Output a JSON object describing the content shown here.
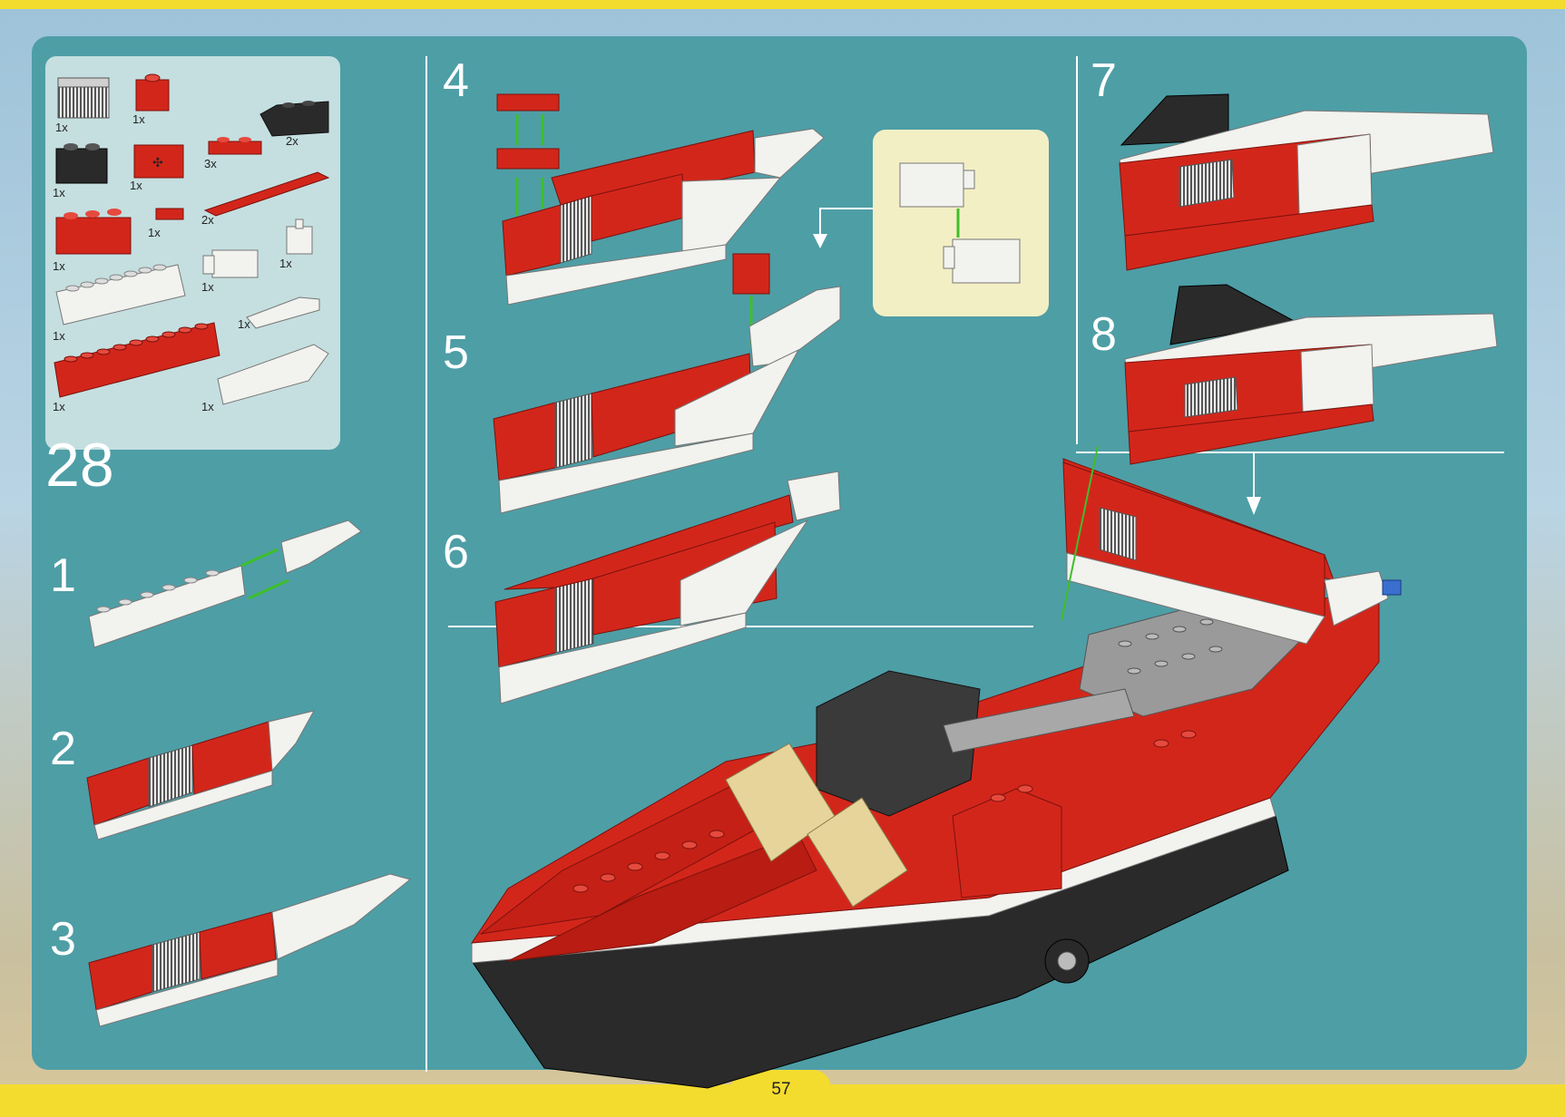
{
  "instruction_page": {
    "main_step": "28",
    "sub_steps": [
      "1",
      "2",
      "3",
      "4",
      "5",
      "6",
      "7",
      "8"
    ],
    "page_number": "57"
  },
  "parts_list": [
    {
      "qty": "1x",
      "color": "light-gray"
    },
    {
      "qty": "1x",
      "color": "red"
    },
    {
      "qty": "2x",
      "color": "black"
    },
    {
      "qty": "1x",
      "color": "black"
    },
    {
      "qty": "1x",
      "color": "red"
    },
    {
      "qty": "3x",
      "color": "red"
    },
    {
      "qty": "2x",
      "color": "red"
    },
    {
      "qty": "1x",
      "color": "red"
    },
    {
      "qty": "1x",
      "color": "red"
    },
    {
      "qty": "1x",
      "color": "white"
    },
    {
      "qty": "1x",
      "color": "white"
    },
    {
      "qty": "1x",
      "color": "white"
    },
    {
      "qty": "1x",
      "color": "white"
    },
    {
      "qty": "1x",
      "color": "red"
    },
    {
      "qty": "1x",
      "color": "white"
    }
  ],
  "colors": {
    "panel": "#4e9ea6",
    "parts_box": "#c5dfe0",
    "callout": "#f3efc4",
    "brick_red": "#d3261b",
    "brick_white": "#f2f2ee",
    "brick_black": "#2a2a2a",
    "arrow_green": "#3fbf2a",
    "page_bar": "#f3dc2e"
  }
}
